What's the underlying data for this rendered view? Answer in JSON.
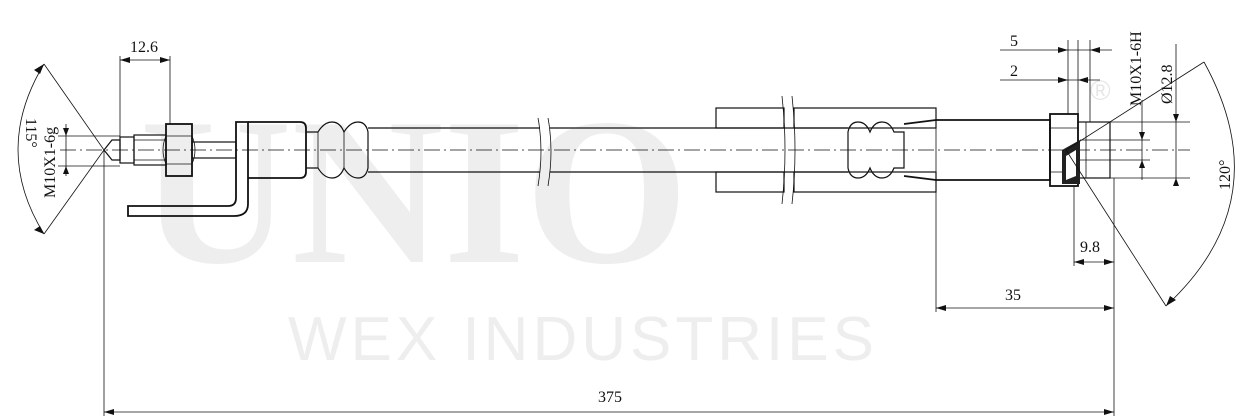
{
  "watermark": {
    "brand": "UNIO",
    "registered": "®",
    "company": "WEX INDUSTRIES"
  },
  "dimensions": {
    "left_fitting_length": "12.6",
    "left_thread": "M10X1-6g",
    "left_angle": "115°",
    "right_offset_a": "5",
    "right_offset_b": "2",
    "right_thread": "M10X1-6H",
    "right_diameter": "Ø12.8",
    "right_angle": "120°",
    "right_nut_width": "9.8",
    "right_end_length": "35",
    "overall_length": "375"
  },
  "colors": {
    "line": "#111111",
    "watermark": "#eeeeee",
    "background": "#ffffff"
  }
}
